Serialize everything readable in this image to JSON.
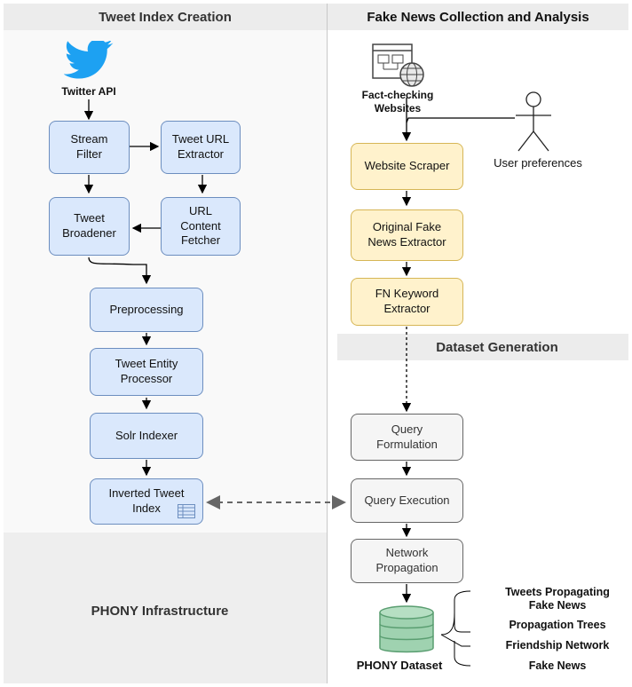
{
  "sections": {
    "left_title": "Tweet Index Creation",
    "right_title": "Fake News Collection and Analysis",
    "dataset_generation": "Dataset Generation",
    "infrastructure": "PHONY Infrastructure"
  },
  "sources": {
    "twitter_api": "Twitter API",
    "fact_checking": "Fact-checking\nWebsites",
    "user_preferences": "User preferences"
  },
  "left_nodes": {
    "stream_filter": "Stream\nFilter",
    "tweet_url_extractor": "Tweet URL\nExtractor",
    "tweet_broadener": "Tweet\nBroadener",
    "url_content_fetcher": "URL\nContent\nFetcher",
    "preprocessing": "Preprocessing",
    "tweet_entity_processor": "Tweet Entity\nProcessor",
    "solr_indexer": "Solr Indexer",
    "inverted_tweet_index": "Inverted Tweet\nIndex"
  },
  "right_nodes": {
    "website_scraper": "Website Scraper",
    "original_fake_news_extractor": "Original Fake\nNews Extractor",
    "fn_keyword_extractor": "FN Keyword\nExtractor",
    "query_formulation": "Query\nFormulation",
    "query_execution": "Query Execution",
    "network_propagation": "Network\nPropagation"
  },
  "dataset": {
    "label": "PHONY Dataset",
    "outputs": [
      "Tweets Propagating\nFake News",
      "Propagation Trees",
      "Friendship Network",
      "Fake News"
    ]
  },
  "colors": {
    "blue_fill": "#dae8fc",
    "blue_border": "#6c8ebf",
    "yellow_fill": "#fff2cc",
    "yellow_border": "#d6b656",
    "grey_fill": "#f5f5f5",
    "db_fill": "#9fd2b0",
    "twitter_blue": "#1da1f2",
    "panel_grey": "#eeeeee"
  },
  "icons": [
    "twitter-bird-icon",
    "website-icon",
    "user-stick-figure-icon",
    "database-icon",
    "table-index-icon"
  ]
}
